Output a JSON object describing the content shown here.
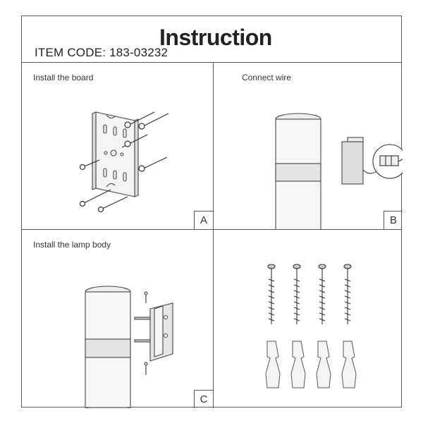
{
  "header": {
    "title": "Instruction",
    "item_code": "ITEM CODE: 183-03232"
  },
  "panels": [
    {
      "label": "Install the board",
      "tag": "A"
    },
    {
      "label": "Connect wire",
      "tag": "B"
    },
    {
      "label": "Install the lamp body",
      "tag": "C"
    },
    {
      "label": "",
      "tag": ""
    }
  ],
  "colors": {
    "line": "#555555",
    "fill_light": "#f2f2f2",
    "fill_mid": "#cccccc"
  },
  "icons": [
    "screw-icon",
    "wall-anchor-icon",
    "mounting-plate-icon",
    "terminal-block-icon"
  ]
}
